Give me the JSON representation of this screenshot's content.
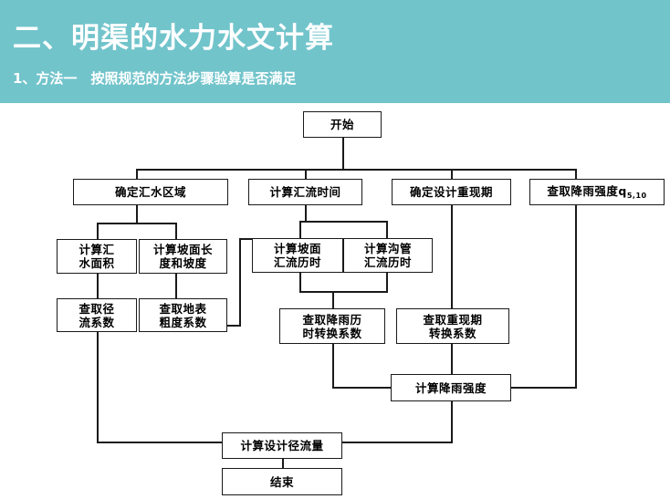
{
  "header": {
    "title": "二、明渠的水力水文计算",
    "subtitle": "1、方法一　按照规范的方法步骤验算是否满足",
    "bg_color": "#72c4cb",
    "text_color": "#ffffff"
  },
  "flowchart": {
    "type": "flowchart",
    "line_color": "#1a1a1a",
    "box_fill": "#ffffff",
    "nodes": {
      "start": "开始",
      "determine_catchment": "确定汇水区域",
      "calc_concentration_time": "计算汇流时间",
      "determine_return_period": "确定设计重现期",
      "lookup_rain_intensity": "查取降雨强度q",
      "lookup_rain_intensity_sub": "5,10",
      "calc_catchment_area": "计算汇\n水面积",
      "calc_slope_length": "计算坡面长\n度和坡度",
      "calc_slope_time": "计算坡面\n汇流历时",
      "calc_pipe_time": "计算沟管\n汇流历时",
      "lookup_runoff_coef": "查取径\n流系数",
      "lookup_roughness_coef": "查取地表\n粗度系数",
      "lookup_duration_coef": "查取降雨历\n时转换系数",
      "lookup_return_coef": "查取重现期\n转换系数",
      "calc_rain_intensity": "计算降雨强度",
      "calc_design_runoff": "计算设计径流量",
      "end": "结束"
    }
  }
}
